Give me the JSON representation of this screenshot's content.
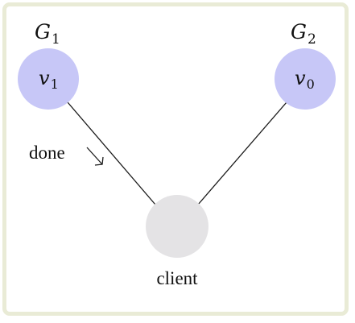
{
  "groups": [
    {
      "id": "G1",
      "letter": "G",
      "index": "1"
    },
    {
      "id": "G2",
      "letter": "G",
      "index": "2"
    }
  ],
  "nodes": [
    {
      "id": "v1",
      "letter": "v",
      "index": "1",
      "color": "#c7c7f7"
    },
    {
      "id": "v0",
      "letter": "v",
      "index": "0",
      "color": "#c7c7f7"
    },
    {
      "id": "client",
      "label": "client",
      "color": "#e4e3e5"
    }
  ],
  "edges": [
    {
      "from": "v1",
      "to": "client"
    },
    {
      "from": "v0",
      "to": "client"
    }
  ],
  "annotation": {
    "text": "done",
    "arrow": "↘"
  },
  "colors": {
    "frame_border": "#e9ebd6",
    "edge": "#1a1a1a"
  }
}
